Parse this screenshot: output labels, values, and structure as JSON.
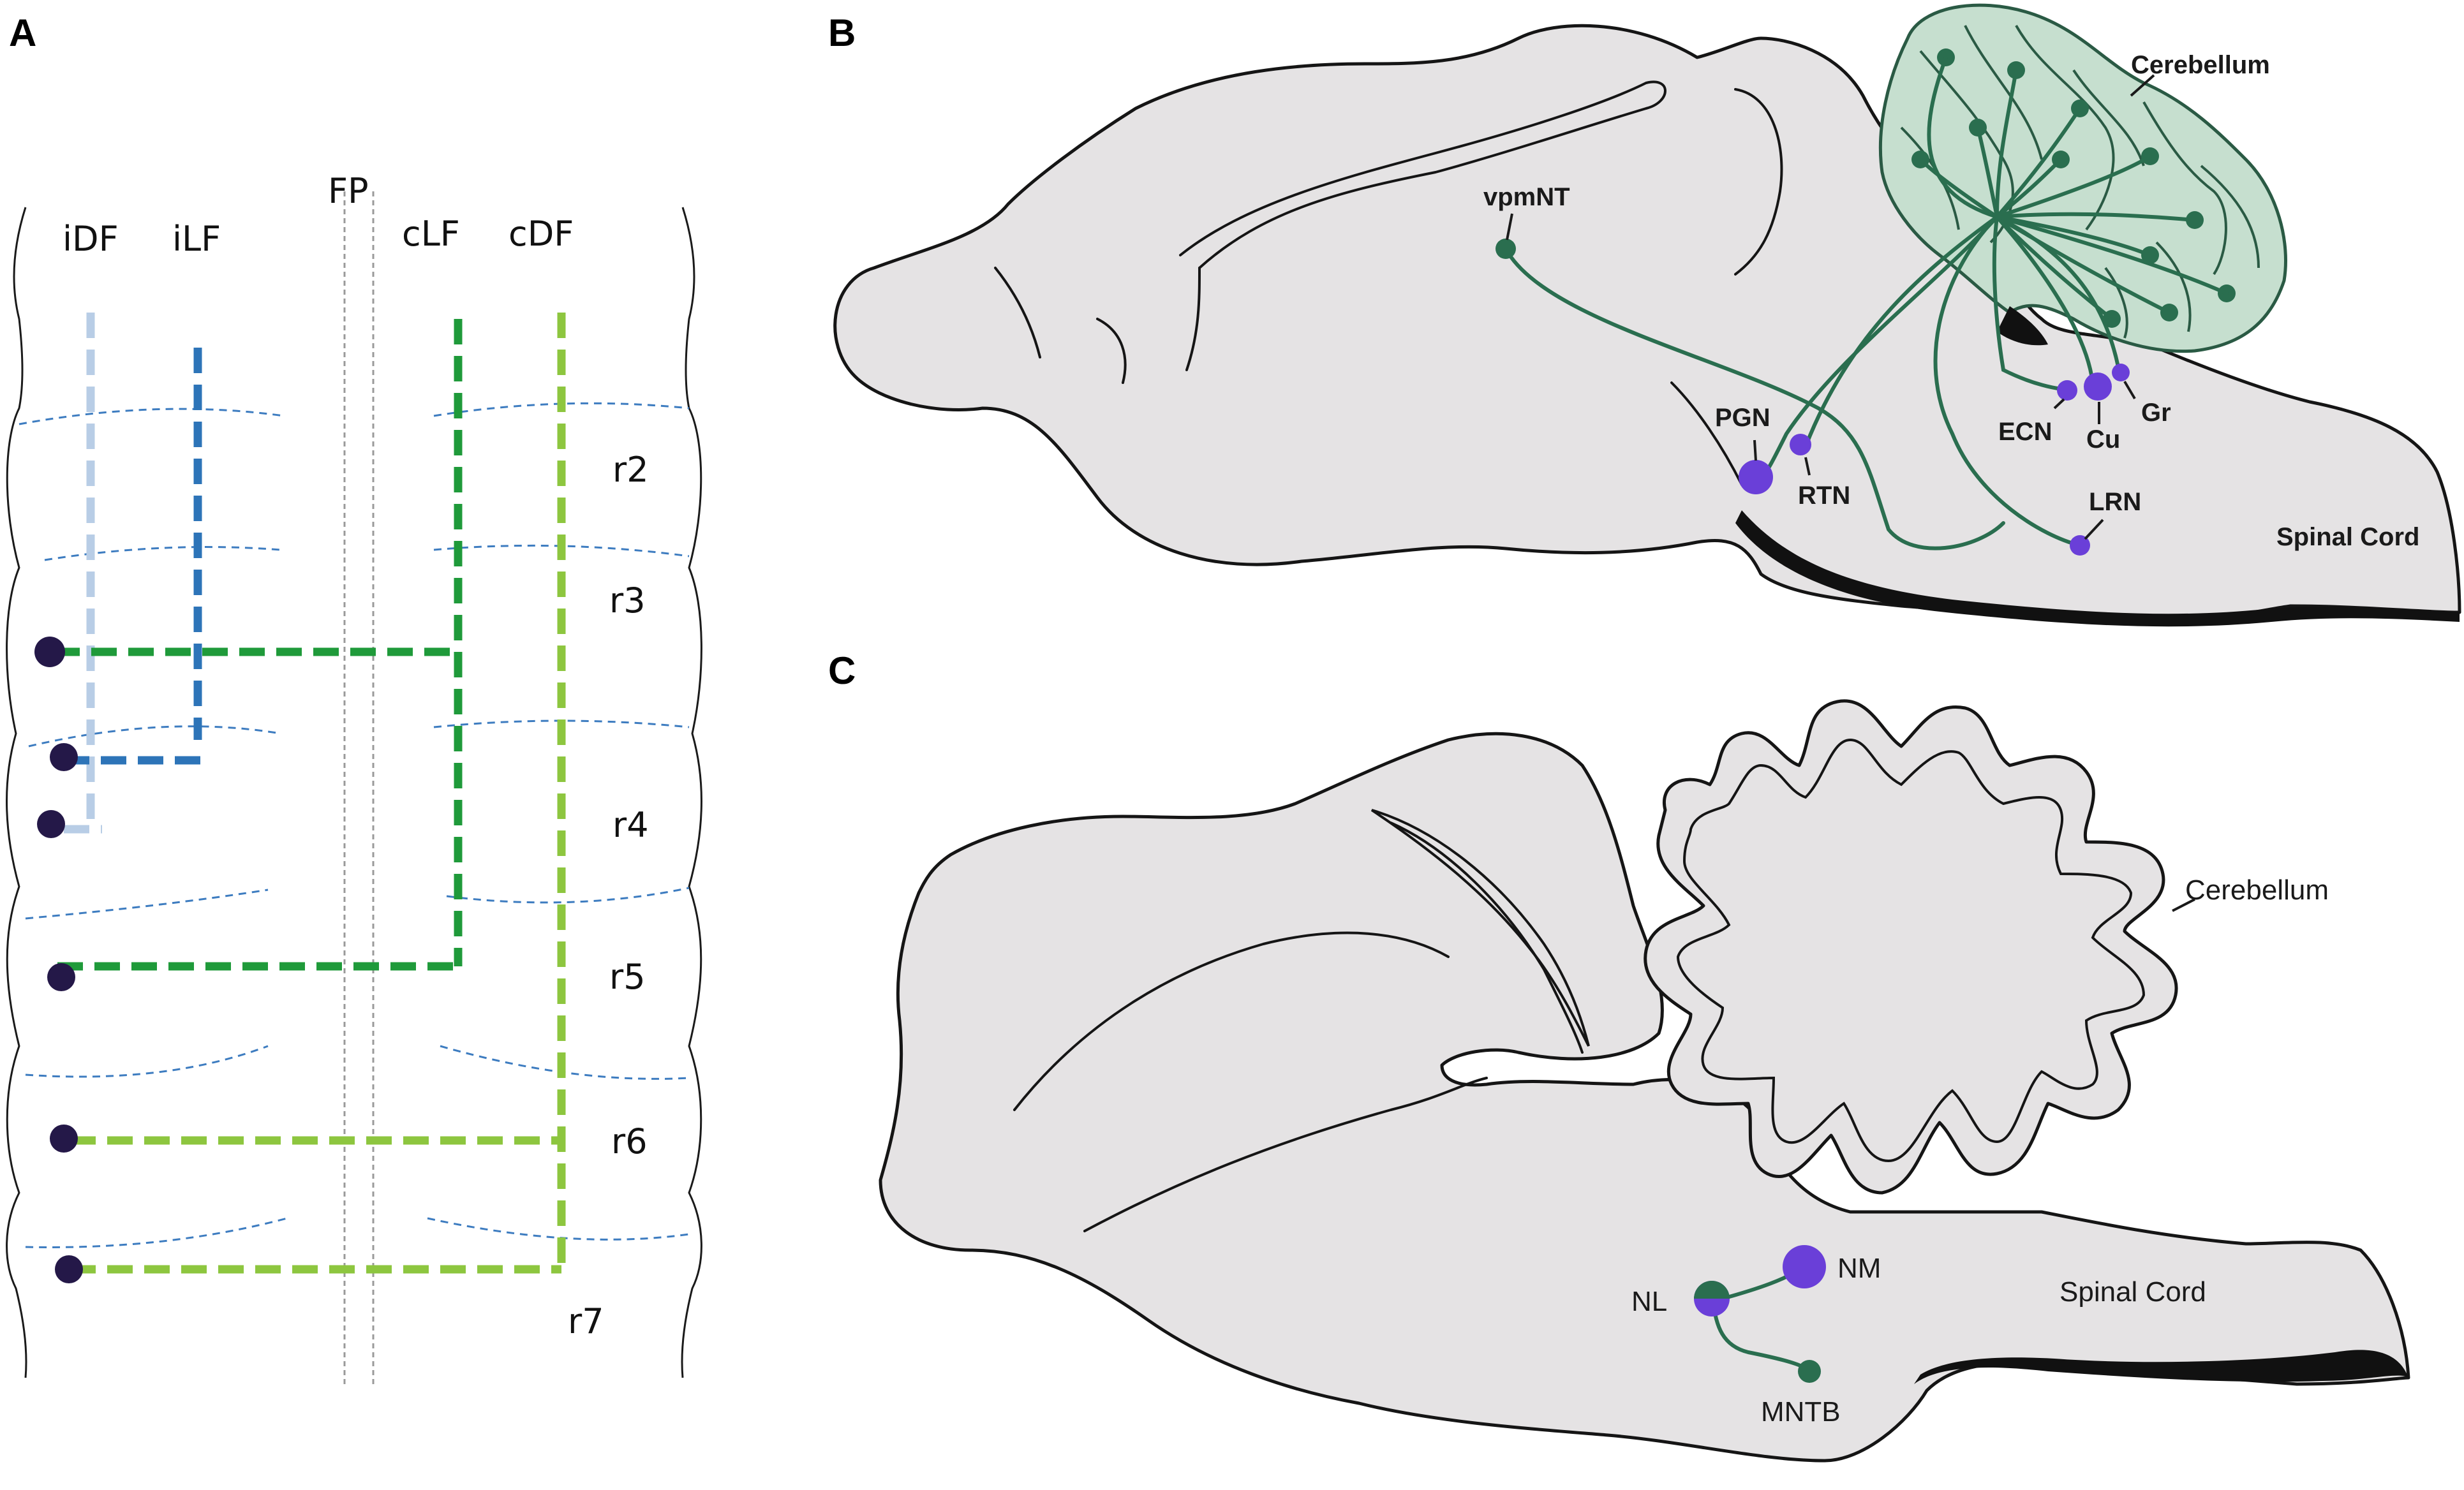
{
  "panels": {
    "a": {
      "letter": "A",
      "columns": {
        "idf": "iDF",
        "ilf": "iLF",
        "fp": "FP",
        "clf": "cLF",
        "cdf": "cDF"
      },
      "rhombomeres": [
        "r2",
        "r3",
        "r4",
        "r5",
        "r6",
        "r7"
      ],
      "colors": {
        "idf": "#b8cde6",
        "ilf": "#2d74b8",
        "clf": "#1f9a3a",
        "cdf": "#8dc63f",
        "cell": "#241848"
      }
    },
    "b": {
      "letter": "B",
      "labels": {
        "vpmnt": "vpmNT",
        "cerebellum": "Cerebellum",
        "pgn": "PGN",
        "rtn": "RTN",
        "ecn": "ECN",
        "cu": "Cu",
        "gr": "Gr",
        "lrn": "LRN",
        "spinal_cord": "Spinal Cord"
      },
      "colors": {
        "fiber": "#2a6e4f",
        "nucleus": "#6a3fd8",
        "cerebellum_fill": "#c6dfcf"
      }
    },
    "c": {
      "letter": "C",
      "labels": {
        "cerebellum": "Cerebellum",
        "nm": "NM",
        "nl": "NL",
        "mntb": "MNTB",
        "spinal_cord": "Spinal Cord"
      },
      "colors": {
        "fiber": "#2a6e4f",
        "nucleus": "#6a3fd8"
      }
    }
  }
}
